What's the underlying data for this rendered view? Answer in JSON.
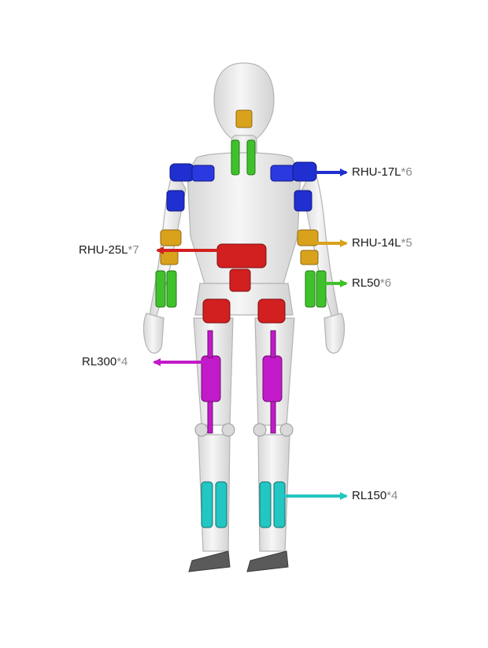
{
  "colors": {
    "body_fill": "#ececec",
    "body_stroke": "#b4b4b4",
    "blue": "#1f2fd0",
    "red": "#d21f1f",
    "gold": "#d9a21c",
    "green": "#3fc12b",
    "magenta": "#c21ac9",
    "cyan": "#22c6c2",
    "foot": "#5a5a5a"
  },
  "labels": [
    {
      "id": "rhu17l",
      "name": "RHU-17L",
      "qty": "*6",
      "color": "#1f2fd0"
    },
    {
      "id": "rhu14l",
      "name": "RHU-14L",
      "qty": "*5",
      "color": "#d9a21c"
    },
    {
      "id": "rhu25l",
      "name": "RHU-25L",
      "qty": "*7",
      "color": "#d21f1f"
    },
    {
      "id": "rl50",
      "name": "RL50",
      "qty": "*6",
      "color": "#3fc12b"
    },
    {
      "id": "rl300",
      "name": "RL300",
      "qty": "*4",
      "color": "#c21ac9"
    },
    {
      "id": "rl150",
      "name": "RL150",
      "qty": "*4",
      "color": "#22c6c2"
    }
  ]
}
